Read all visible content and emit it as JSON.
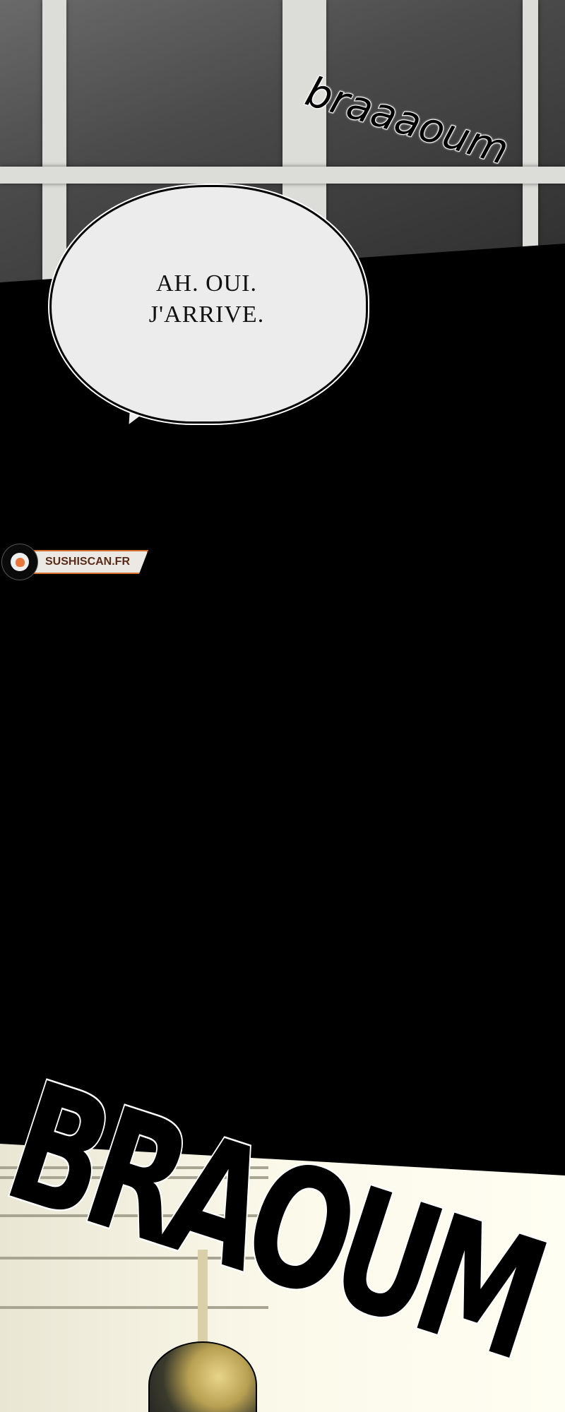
{
  "panels": {
    "top": {
      "sfx": "braaaoum",
      "speech_bubble": {
        "line1": "AH. OUI.",
        "line2": "J'ARRIVE."
      }
    },
    "watermark": {
      "icon": "sushi-roll-icon",
      "label": "SUSHISCAN.FR",
      "accent": "#d8702e"
    },
    "bottom": {
      "sfx": "BRAOUM"
    }
  }
}
